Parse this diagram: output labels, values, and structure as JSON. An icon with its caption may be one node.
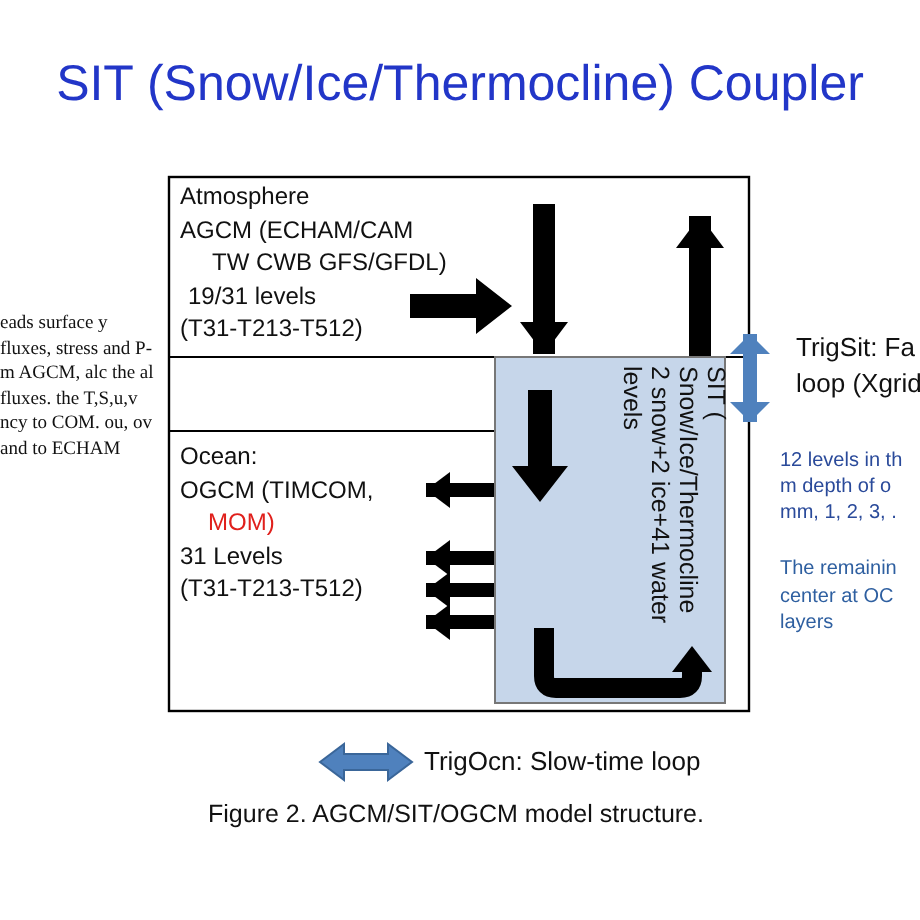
{
  "diagram": {
    "title": "SIT (Snow/Ice/Thermocline) Coupler",
    "caption": "Figure 2.  AGCM/SIT/OGCM model structure.",
    "nodes": [
      {
        "text": [
          "Atmosphere",
          "AGCM (ECHAM/CAM",
          "TW CWB GFS/GFDL)",
          "19/31  levels",
          "(T31-T213-T512)"
        ]
      },
      {
        "text": [
          "Ocean:",
          "OGCM (TIMCOM,",
          "MOM)",
          "31  Levels",
          "(T31-T213-T512)"
        ]
      },
      {
        "text": [
          "SIT ( Snow/Ice/Thermocline",
          "2 snow+2 ice+41 water levels"
        ]
      }
    ],
    "edges": [
      {
        "from": 0,
        "to": 2,
        "arrow": "to"
      },
      {
        "from": 2,
        "to": 0,
        "arrow": "to"
      },
      {
        "from": 2,
        "to": 1,
        "arrow": "to"
      },
      {
        "from": 2,
        "to": 1,
        "arrow": "to"
      },
      {
        "from": 2,
        "to": 1,
        "arrow": "to"
      },
      {
        "from": 2,
        "to": 1,
        "arrow": "to"
      },
      {
        "from": 0,
        "to": 2,
        "arrow": "both",
        "color": "#4f81bd"
      }
    ],
    "labels": [
      "eads surface y fluxes, stress and P- m AGCM, alc the al fluxes. the T,S,u,v ncy to COM. ou, ov and to ECHAM",
      "TrigSit: Fa",
      "loop (Xgrid",
      "12 levels in th m depth of o mm, 1, 2, 3, .",
      "The remainin center at OC layers",
      "TrigOcn: Slow-time loop"
    ]
  }
}
